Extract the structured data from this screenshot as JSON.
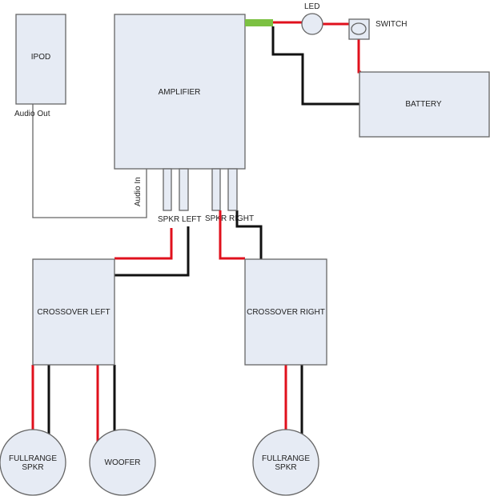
{
  "labels": {
    "ipod": "IPOD",
    "audio_out": "Audio Out",
    "amplifier": "AMPLIFIER",
    "audio_in": "Audio In",
    "led": "LED",
    "switch": "SWITCH",
    "battery": "BATTERY",
    "spkr_left": "SPKR LEFT",
    "spkr_right": "SPKR RIGHT",
    "crossover_left": "CROSSOVER LEFT",
    "crossover_right": "CROSSOVER RIGHT",
    "fullrange_left_1": "FULLRANGE",
    "fullrange_left_2": "SPKR",
    "woofer": "WOOFER",
    "fullrange_right_1": "FULLRANGE",
    "fullrange_right_2": "SPKR"
  },
  "colors": {
    "positive_wire": "#e0101c",
    "negative_wire": "#111111",
    "power_connector": "#7cc142",
    "component_fill": "#e6ebf4"
  }
}
